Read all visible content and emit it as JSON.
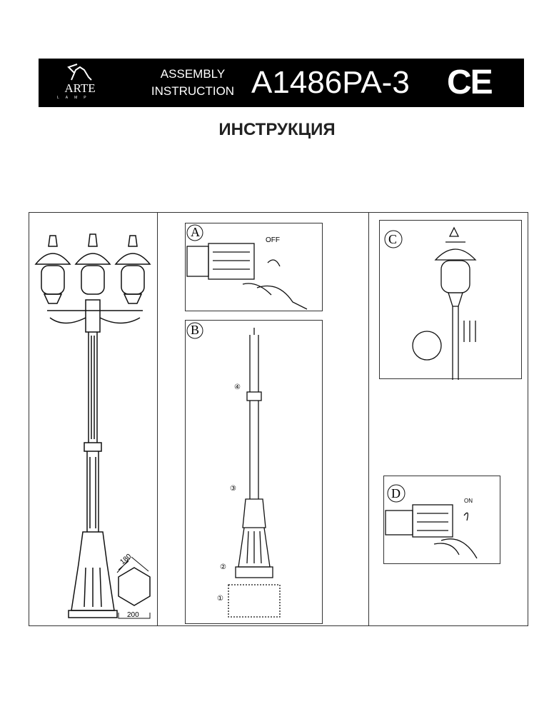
{
  "header": {
    "brand": "ARTE",
    "brand_sub": "LAMP",
    "assembly_line1": "ASSEMBLY",
    "assembly_line2": "INSTRUCTION",
    "model": "A1486PA-3",
    "ce_mark": "CE"
  },
  "title": "ИНСТРУКЦИЯ",
  "dimensions": {
    "width": "180",
    "base": "200"
  },
  "panels": {
    "a": {
      "label": "A",
      "switch": "OFF"
    },
    "b": {
      "label": "B",
      "steps": [
        "①",
        "②",
        "③",
        "④"
      ]
    },
    "c": {
      "label": "C"
    },
    "d": {
      "label": "D",
      "switch": "ON"
    }
  }
}
